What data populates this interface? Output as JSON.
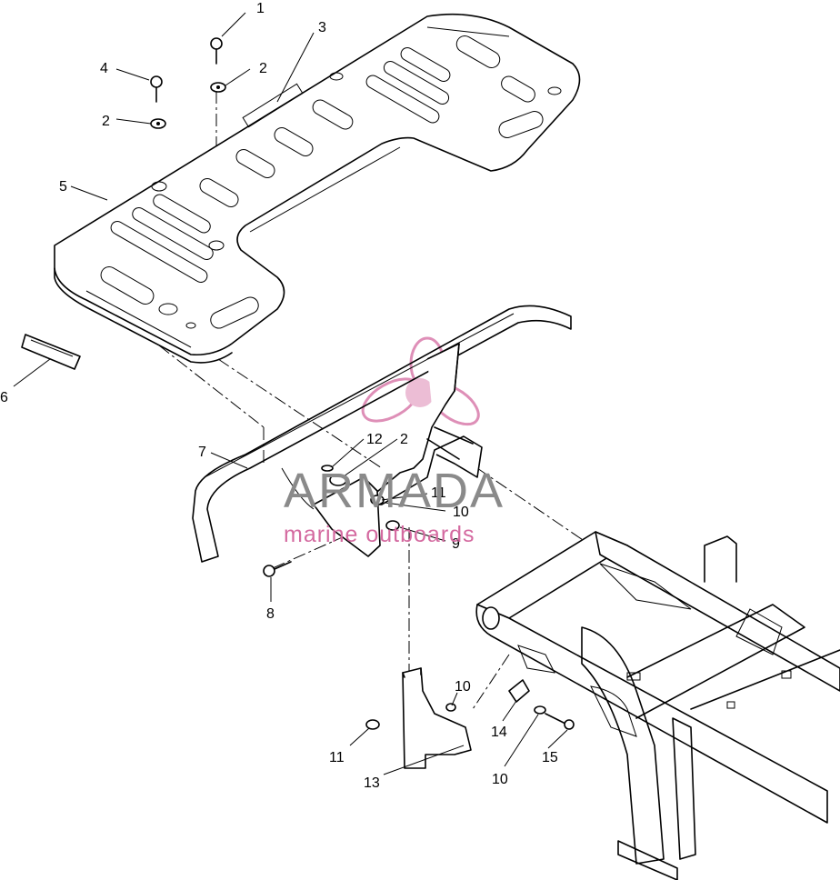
{
  "watermark": {
    "brand": "ARMADA",
    "tagline": "marine outboards",
    "logo_icon": "propeller-logo-icon",
    "colors": {
      "brand_text": "#8a8a8a",
      "tagline_text": "#d46aa0",
      "logo": "#e6a8c8"
    }
  },
  "callouts": [
    "1",
    "2",
    "2",
    "3",
    "4",
    "5",
    "6",
    "7",
    "12",
    "2",
    "11",
    "10",
    "9",
    "8",
    "10",
    "11",
    "13",
    "14",
    "10",
    "15"
  ]
}
